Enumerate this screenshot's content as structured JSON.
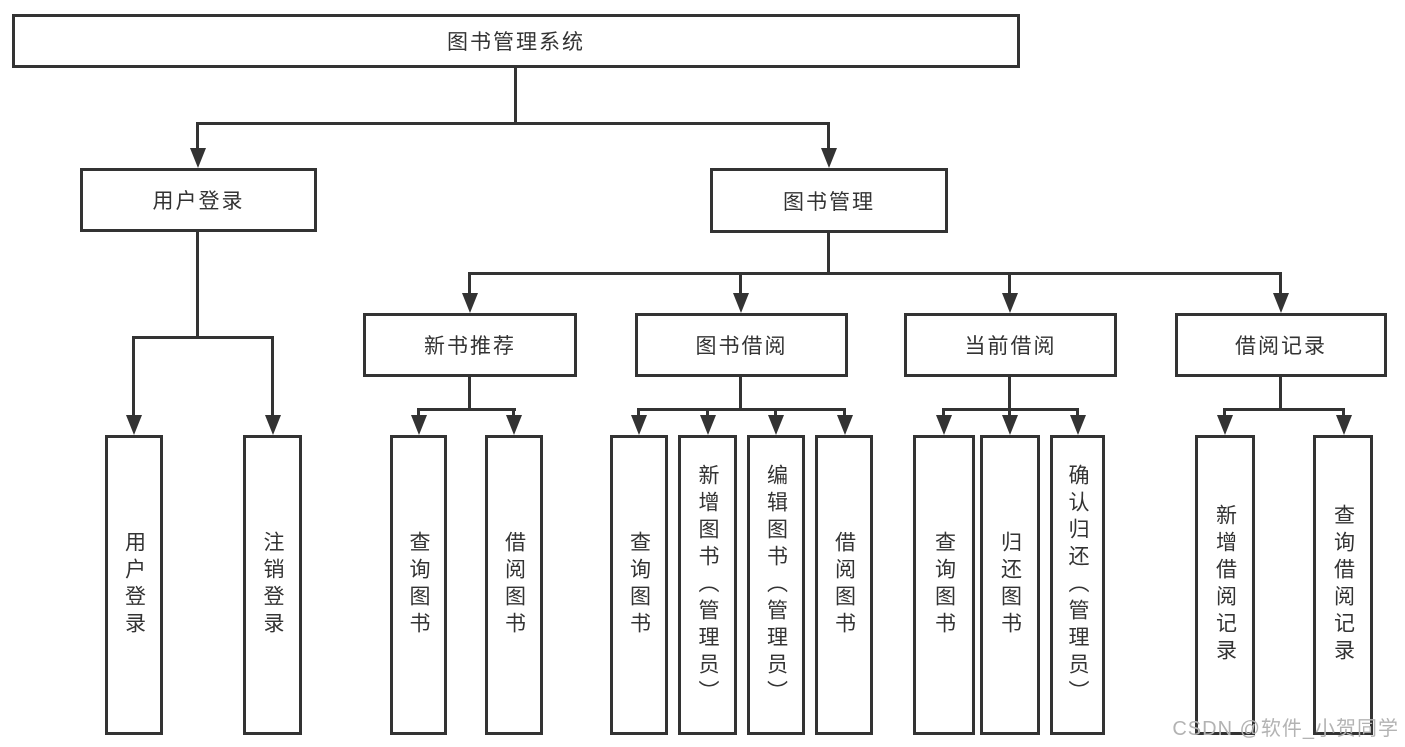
{
  "diagram": {
    "title": "图书管理系统",
    "watermark": "CSDN @软件_小贺同学",
    "colors": {
      "line": "#333333",
      "text": "#333333",
      "watermark": "#b3b3b3",
      "background": "#ffffff"
    }
  },
  "nodes": {
    "root": {
      "label": "图书管理系统"
    },
    "level2": [
      {
        "label": "用户登录"
      },
      {
        "label": "图书管理"
      }
    ],
    "level3": [
      {
        "label": "新书推荐",
        "parent": "图书管理"
      },
      {
        "label": "图书借阅",
        "parent": "图书管理"
      },
      {
        "label": "当前借阅",
        "parent": "图书管理"
      },
      {
        "label": "借阅记录",
        "parent": "图书管理"
      }
    ],
    "level4": [
      {
        "label": "用户登录",
        "parent": "用户登录"
      },
      {
        "label": "注销登录",
        "parent": "用户登录"
      },
      {
        "label": "查询图书",
        "parent": "新书推荐"
      },
      {
        "label": "借阅图书",
        "parent": "新书推荐"
      },
      {
        "label": "查询图书",
        "parent": "图书借阅"
      },
      {
        "label": "新增图书（管理员）",
        "parent": "图书借阅"
      },
      {
        "label": "编辑图书（管理员）",
        "parent": "图书借阅"
      },
      {
        "label": "借阅图书",
        "parent": "图书借阅"
      },
      {
        "label": "查询图书",
        "parent": "当前借阅"
      },
      {
        "label": "归还图书",
        "parent": "当前借阅"
      },
      {
        "label": "确认归还（管理员）",
        "parent": "当前借阅"
      },
      {
        "label": "新增借阅记录",
        "parent": "借阅记录"
      },
      {
        "label": "查询借阅记录",
        "parent": "借阅记录"
      }
    ]
  }
}
